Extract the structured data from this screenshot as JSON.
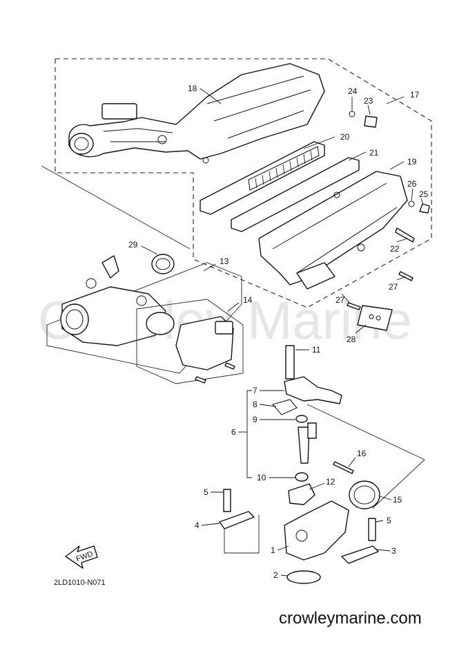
{
  "watermark": "Crowley Marine",
  "drawing_code": "2LD1010-N071",
  "site_caption": "crowleymarine.com",
  "fwd_label": "FWD",
  "callouts": {
    "c1": "1",
    "c2": "2",
    "c3": "3",
    "c4": "4",
    "c5a": "5",
    "c5b": "5",
    "c6": "6",
    "c7": "7",
    "c8": "8",
    "c9": "9",
    "c10": "10",
    "c11": "11",
    "c12": "12",
    "c13": "13",
    "c14": "14",
    "c15": "15",
    "c16": "16",
    "c17": "17",
    "c18": "18",
    "c19": "19",
    "c20": "20",
    "c21": "21",
    "c22": "22",
    "c23": "23",
    "c24": "24",
    "c25": "25",
    "c26": "26",
    "c27a": "27",
    "c27b": "27",
    "c28": "28",
    "c29": "29"
  }
}
